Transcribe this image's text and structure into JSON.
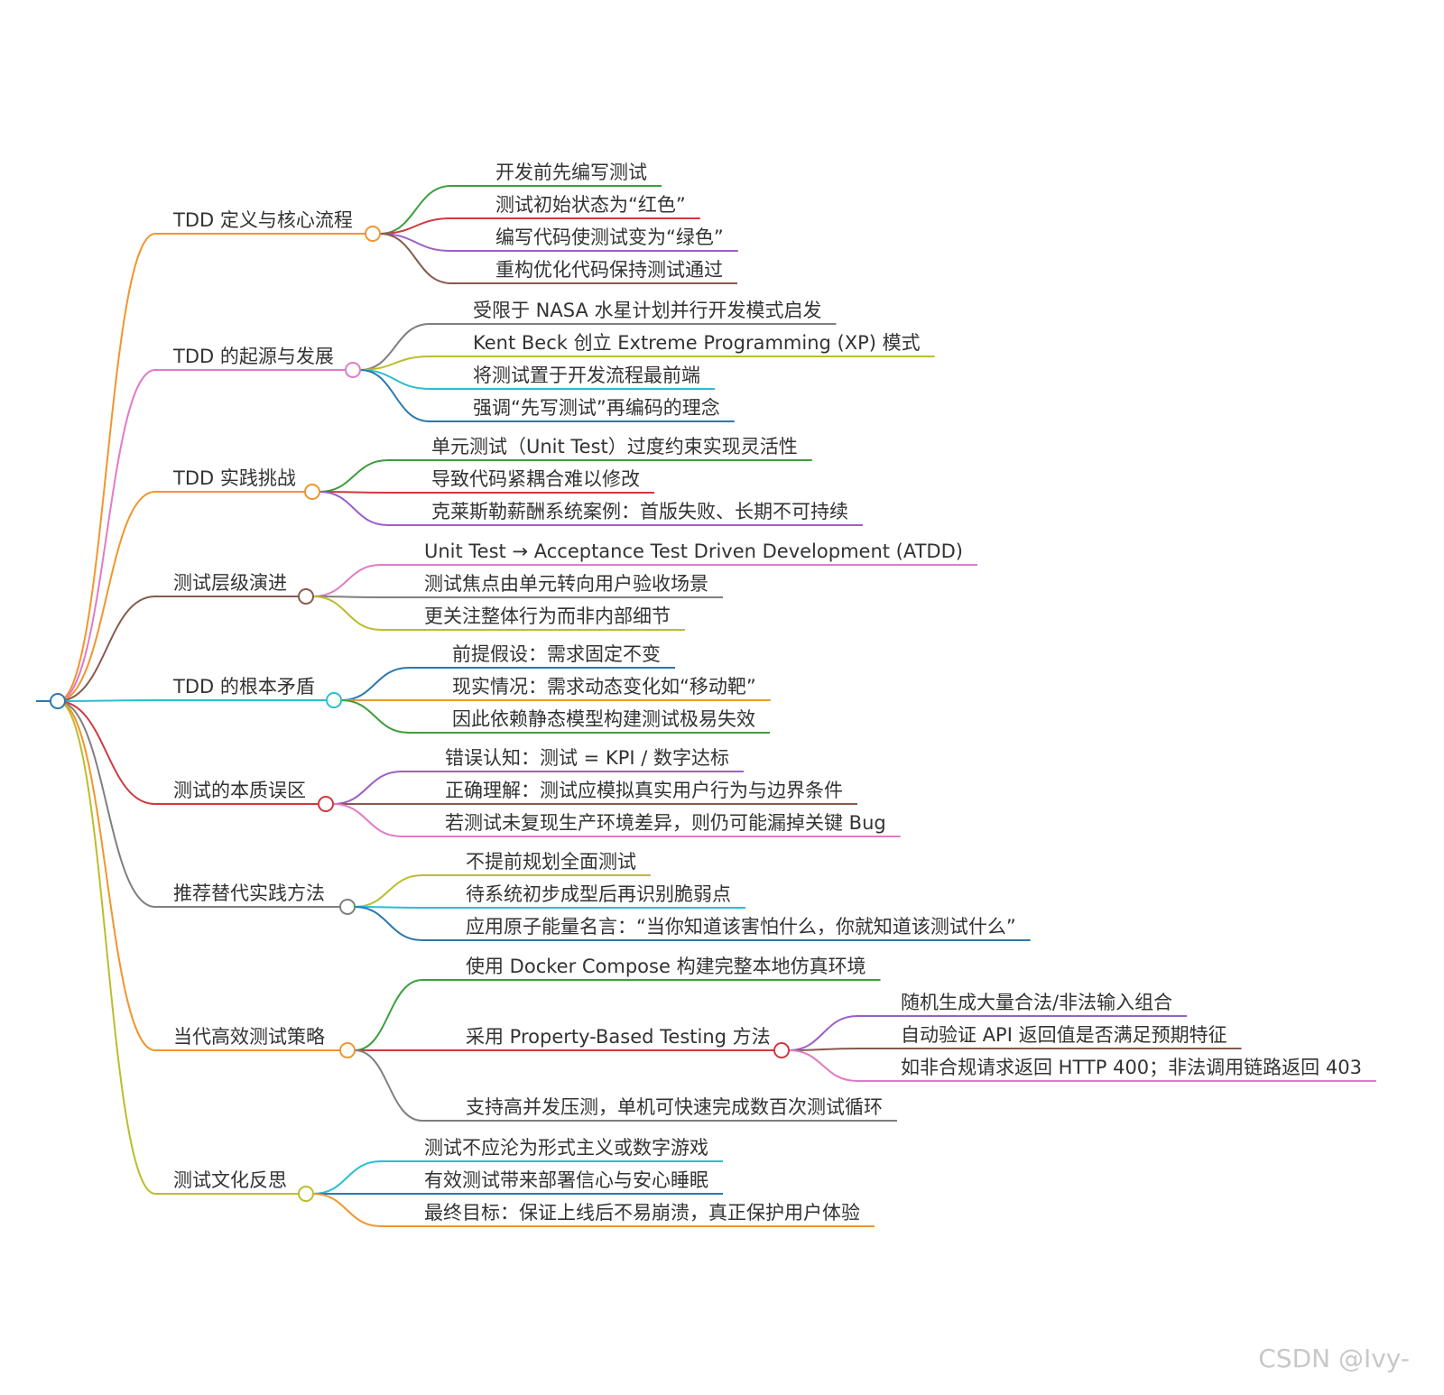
{
  "watermark": "CSDN @Ivy-",
  "branches": [
    {
      "label": "TDD 定义与核心流程",
      "color": "#f0962e",
      "children": [
        {
          "label": "开发前先编写测试",
          "color": "#3c9e3c"
        },
        {
          "label": "测试初始状态为“红色”",
          "color": "#d0383f"
        },
        {
          "label": "编写代码使测试变为“绿色”",
          "color": "#9c5fc6"
        },
        {
          "label": "重构优化代码保持测试通过",
          "color": "#875a4e"
        }
      ]
    },
    {
      "label": "TDD 的起源与发展",
      "color": "#e07bc8",
      "children": [
        {
          "label": "受限于 NASA 水星计划并行开发模式启发",
          "color": "#7f7f7f"
        },
        {
          "label": "Kent Beck 创立 Extreme Programming (XP) 模式",
          "color": "#bcbd2c"
        },
        {
          "label": "将测试置于开发流程最前端",
          "color": "#29bfd0"
        },
        {
          "label": "强调“先写测试”再编码的理念",
          "color": "#2c78b0"
        }
      ]
    },
    {
      "label": "TDD 实践挑战",
      "color": "#f0962e",
      "children": [
        {
          "label": "单元测试（Unit Test）过度约束实现灵活性",
          "color": "#3c9e3c"
        },
        {
          "label": "导致代码紧耦合难以修改",
          "color": "#d0383f"
        },
        {
          "label": "克莱斯勒薪酬系统案例：首版失败、长期不可持续",
          "color": "#9c5fc6"
        }
      ]
    },
    {
      "label": "测试层级演进",
      "color": "#875a4e",
      "children": [
        {
          "label": "Unit Test → Acceptance Test Driven Development (ATDD)",
          "color": "#e07bc8"
        },
        {
          "label": "测试焦点由单元转向用户验收场景",
          "color": "#7f7f7f"
        },
        {
          "label": "更关注整体行为而非内部细节",
          "color": "#bcbd2c"
        }
      ]
    },
    {
      "label": "TDD 的根本矛盾",
      "color": "#29bfd0",
      "children": [
        {
          "label": "前提假设：需求固定不变",
          "color": "#2c78b0"
        },
        {
          "label": "现实情况：需求动态变化如“移动靶”",
          "color": "#f0962e"
        },
        {
          "label": "因此依赖静态模型构建测试极易失效",
          "color": "#3c9e3c"
        }
      ]
    },
    {
      "label": "测试的本质误区",
      "color": "#d0383f",
      "children": [
        {
          "label": "错误认知：测试 = KPI / 数字达标",
          "color": "#9c5fc6"
        },
        {
          "label": "正确理解：测试应模拟真实用户行为与边界条件",
          "color": "#875a4e"
        },
        {
          "label": "若测试未复现生产环境差异，则仍可能漏掉关键 Bug",
          "color": "#e07bc8"
        }
      ]
    },
    {
      "label": "推荐替代实践方法",
      "color": "#7f7f7f",
      "children": [
        {
          "label": "不提前规划全面测试",
          "color": "#bcbd2c"
        },
        {
          "label": "待系统初步成型后再识别脆弱点",
          "color": "#29bfd0"
        },
        {
          "label": "应用原子能量名言：“当你知道该害怕什么，你就知道该测试什么”",
          "color": "#2c78b0"
        }
      ]
    },
    {
      "label": "当代高效测试策略",
      "color": "#f0962e",
      "children": [
        {
          "label": "使用 Docker Compose 构建完整本地仿真环境",
          "color": "#3c9e3c"
        },
        {
          "label": "采用 Property-Based Testing 方法",
          "color": "#d0383f",
          "children": [
            {
              "label": "随机生成大量合法/非法输入组合",
              "color": "#9c5fc6"
            },
            {
              "label": "自动验证 API 返回值是否满足预期特征",
              "color": "#875a4e"
            },
            {
              "label": "如非合规请求返回 HTTP 400；非法调用链路返回 403",
              "color": "#e07bc8"
            }
          ]
        },
        {
          "label": "支持高并发压测，单机可快速完成数百次测试循环",
          "color": "#7f7f7f"
        }
      ]
    },
    {
      "label": "测试文化反思",
      "color": "#bcbd2c",
      "children": [
        {
          "label": "测试不应沦为形式主义或数字游戏",
          "color": "#29bfd0"
        },
        {
          "label": "有效测试带来部署信心与安心睡眠",
          "color": "#2c78b0"
        },
        {
          "label": "最终目标：保证上线后不易崩溃，真正保护用户体验",
          "color": "#f0962e"
        }
      ]
    }
  ],
  "root_color": "#2c78b0"
}
